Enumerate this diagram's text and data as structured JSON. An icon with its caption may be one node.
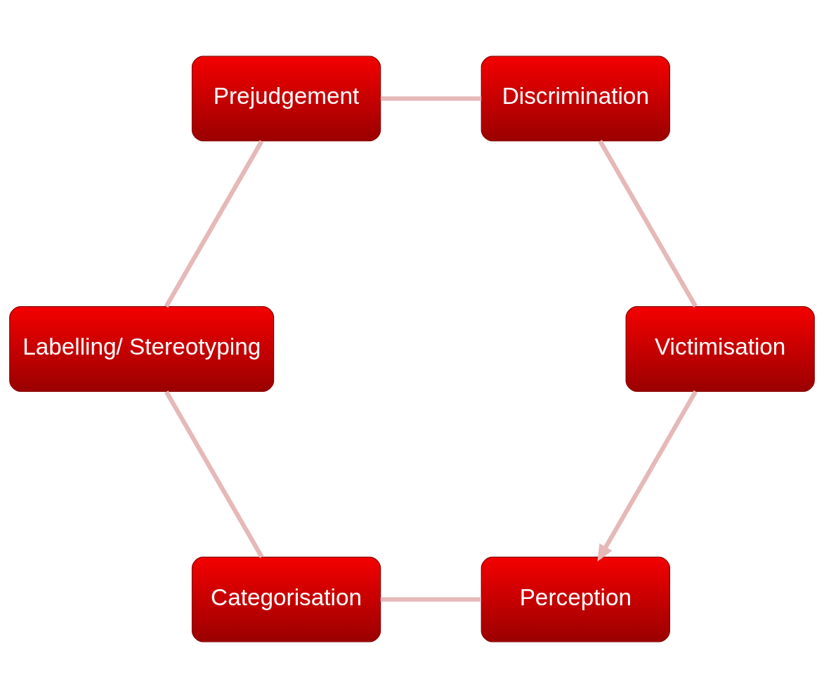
{
  "diagram": {
    "nodes": [
      {
        "text": [
          "Perception"
        ]
      },
      {
        "text": [
          "Categorisation"
        ]
      },
      {
        "text": [
          "Labelling/ Stereotyping"
        ]
      },
      {
        "text": [
          "Prejudgement"
        ]
      },
      {
        "text": [
          "Discrimination"
        ]
      },
      {
        "text": [
          "Victimisation"
        ]
      }
    ],
    "edges": [
      {
        "from": 0,
        "to": 1,
        "arrow": "none"
      },
      {
        "from": 1,
        "to": 2,
        "arrow": "none"
      },
      {
        "from": 2,
        "to": 3,
        "arrow": "none"
      },
      {
        "from": 3,
        "to": 4,
        "arrow": "none"
      },
      {
        "from": 4,
        "to": 5,
        "arrow": "none"
      },
      {
        "from": 5,
        "to": 0,
        "arrow": "to"
      }
    ]
  }
}
